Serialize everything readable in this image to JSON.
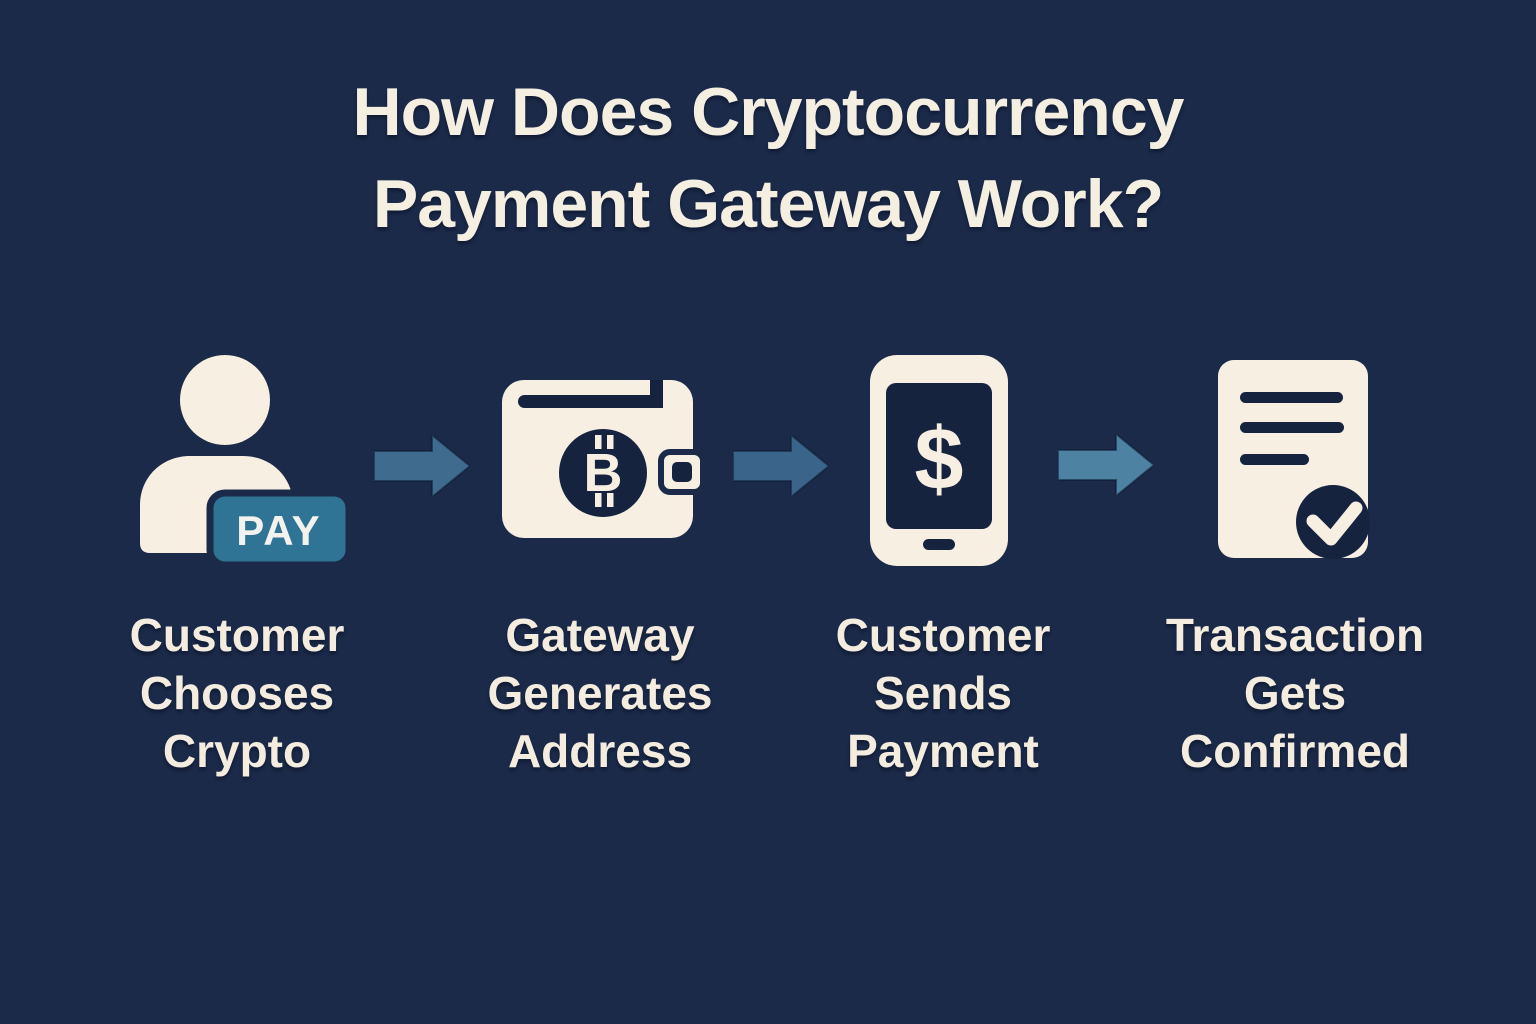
{
  "title": {
    "line1": "How Does Cryptocurrency",
    "line2": "Payment Gateway Work?"
  },
  "steps": [
    {
      "id": "customer-chooses-crypto",
      "icon": "person-pay-icon",
      "badge_label": "PAY",
      "label_lines": [
        "Customer",
        "Chooses",
        "Crypto"
      ]
    },
    {
      "id": "gateway-generates-address",
      "icon": "bitcoin-wallet-icon",
      "currency_symbol": "B",
      "label_lines": [
        "Gateway",
        "Generates",
        "Address"
      ]
    },
    {
      "id": "customer-sends-payment",
      "icon": "phone-dollar-icon",
      "currency_symbol": "$",
      "label_lines": [
        "Customer",
        "Sends",
        "Payment"
      ]
    },
    {
      "id": "transaction-gets-confirmed",
      "icon": "document-check-icon",
      "label_lines": [
        "Transaction",
        "Gets",
        "Confirmed"
      ]
    }
  ],
  "colors": {
    "background": "#1b2a49",
    "icon_navy": "#16233e",
    "cream": "#f7f0e2",
    "badge_teal": "#2f7494",
    "badge_text": "#f3f2ee",
    "arrow_blue_1": "#3e6b8e",
    "arrow_blue_2": "#3a648a",
    "arrow_blue_3": "#4d82a2",
    "title_text": "#f5efe2",
    "label_text": "#f3ecdf"
  }
}
